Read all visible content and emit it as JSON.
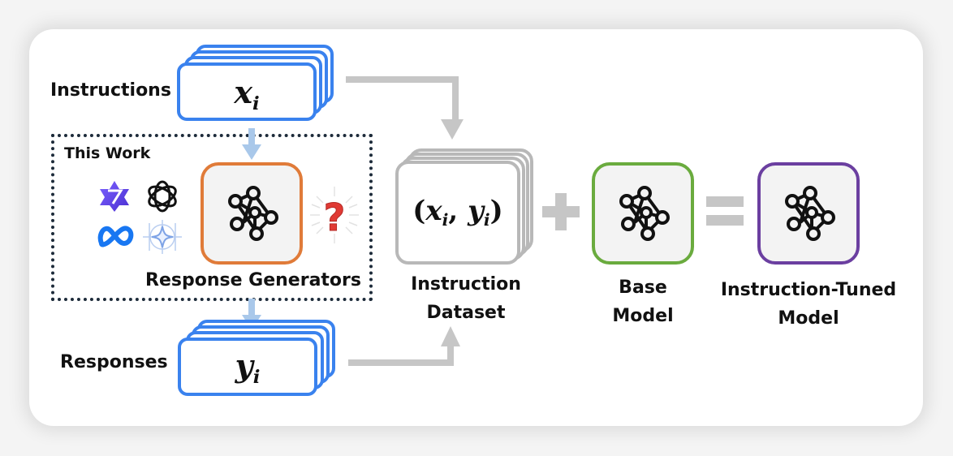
{
  "figure": {
    "instructions_label": "Instructions",
    "responses_label": "Responses",
    "this_work_label": "This Work",
    "response_generators_label": "Response Generators",
    "instruction_math": {
      "var": "x",
      "sub": "i"
    },
    "response_math": {
      "var": "y",
      "sub": "i"
    },
    "dataset_math": {
      "open": "(",
      "x": "x",
      "xsub": "i",
      "sep": ", ",
      "y": "y",
      "ysub": "i",
      "close": ")"
    },
    "dataset_label_line1": "Instruction",
    "dataset_label_line2": "Dataset",
    "plus_symbol": "+",
    "equals_symbol": "=",
    "base_model_line1": "Base",
    "base_model_line2": "Model",
    "tuned_model_line1": "Instruction-Tuned",
    "tuned_model_line2": "Model",
    "generator_logos": [
      "qwen-logo",
      "openai-logo",
      "meta-logo",
      "gemini-logo"
    ],
    "unknown_generator_symbol": "?"
  },
  "colors": {
    "instruction_border": "#3a82ee",
    "dataset_border": "#b8b8b8",
    "generator_border": "#e07b39",
    "base_model_border": "#6aab3e",
    "tuned_model_border": "#6b3fa0",
    "flow_arrow": "#c6c6c6",
    "generator_arrow": "#a9c8ea",
    "this_work_border": "#1d2b3a"
  }
}
